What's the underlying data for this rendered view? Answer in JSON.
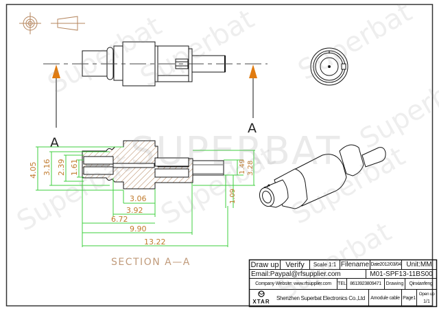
{
  "drawing": {
    "section_label": "SECTION  A—A",
    "view_marker_top": "A",
    "view_marker_bottom": "A",
    "watermark_big": "SUPERBAT",
    "watermark_small": "Superbat",
    "colors": {
      "dimension_line": "#3ccf3c",
      "dimension_text": "#c07a2c",
      "hatch": "#b4845c",
      "outline": "#111111",
      "arrow": "#e07b10",
      "symbol": "#b4845c"
    },
    "dimensions": {
      "vertical_left": [
        "4.05",
        "3.16",
        "2.39",
        "1.61"
      ],
      "vertical_right": [
        "1.49",
        "3.28"
      ],
      "vertical_offset": "1.09",
      "horizontal": [
        "3.06",
        "3.92",
        "6.72",
        "9.90",
        "13.22"
      ]
    }
  },
  "title_block": {
    "draw_up": "Draw up",
    "verify": "Verify",
    "scale": "Scale 1:1",
    "filename_label": "Filename",
    "date": "Date2012/03/04",
    "unit": "Unit:MM",
    "email": "Email:Paypal@rfsupplier.com",
    "part_number": "M01-SPF13-11BS00",
    "website": "Company Website:  www.rfsupplier.com",
    "tel_label": "TEL",
    "tel": "8613923809471",
    "drawing_label": "Drawing",
    "drawer": "Qinxianfeng",
    "logo": "XTAR",
    "company": "Shenzhen Superbat Electronics Co.,Ltd",
    "cable": "Amodule cable",
    "page": "Page1",
    "open_up": "Open up",
    "sheet": "1/1"
  }
}
